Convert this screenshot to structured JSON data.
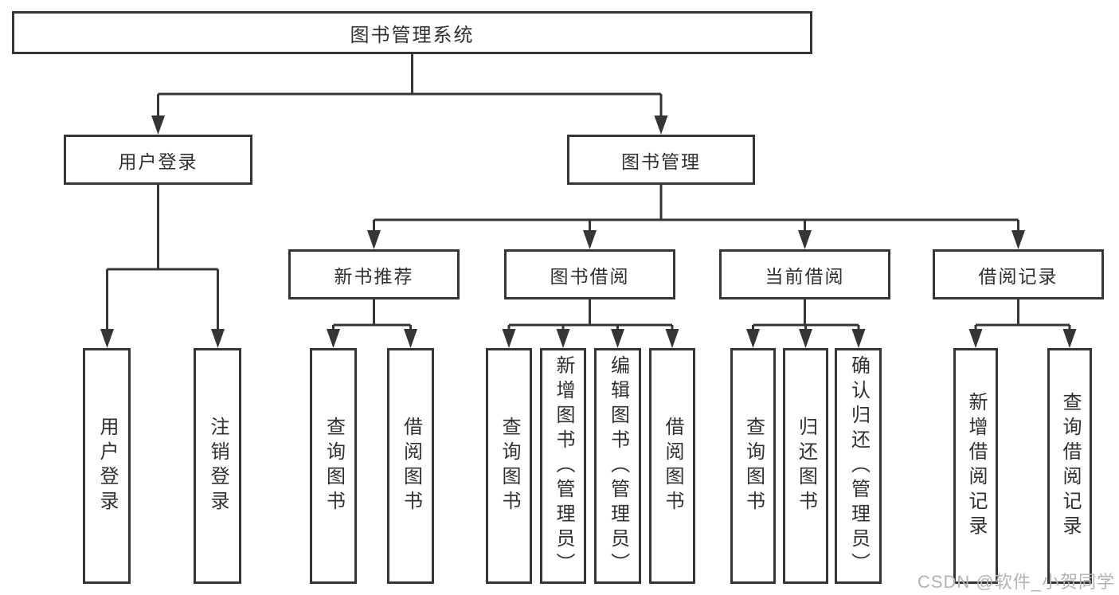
{
  "colors": {
    "line": "#353535",
    "box_border": "#353535",
    "box_background": "#ffffff",
    "watermark": "#b3b3b3"
  },
  "watermark": {
    "text": "CSDN @软件_小贺同学"
  },
  "tree": {
    "label": "图书管理系统",
    "children": [
      {
        "label": "用户登录",
        "children": [
          {
            "label": "用户登录"
          },
          {
            "label": "注销登录"
          }
        ]
      },
      {
        "label": "图书管理",
        "children": [
          {
            "label": "新书推荐",
            "children": [
              {
                "label": "查询图书"
              },
              {
                "label": "借阅图书"
              }
            ]
          },
          {
            "label": "图书借阅",
            "children": [
              {
                "label": "查询图书"
              },
              {
                "label": "新增图书（管理员）"
              },
              {
                "label": "编辑图书（管理员）"
              },
              {
                "label": "借阅图书"
              }
            ]
          },
          {
            "label": "当前借阅",
            "children": [
              {
                "label": "查询图书"
              },
              {
                "label": "归还图书"
              },
              {
                "label": "确认归还（管理员）"
              }
            ]
          },
          {
            "label": "借阅记录",
            "children": [
              {
                "label": "新增借阅记录"
              },
              {
                "label": "查询借阅记录"
              }
            ]
          }
        ]
      }
    ]
  }
}
